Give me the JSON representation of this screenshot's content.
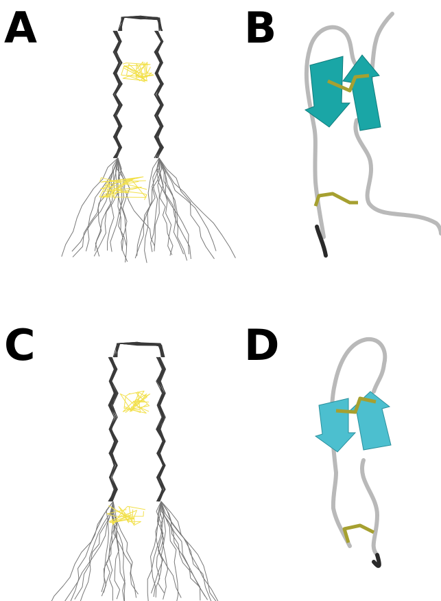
{
  "panels": [
    {
      "label": "A",
      "type": "wire-ensemble"
    },
    {
      "label": "B",
      "type": "ribbon-cartoon"
    },
    {
      "label": "C",
      "type": "wire-ensemble"
    },
    {
      "label": "D",
      "type": "ribbon-cartoon"
    }
  ],
  "colors": {
    "background": "#ffffff",
    "backbone_ensemble": "#3a3a3a",
    "backbone_tail": "#777777",
    "disulfide_wire": "#f2e04a",
    "ribbon_tube": "#b9b9b9",
    "beta_strand_B": "#1aa6a6",
    "beta_strand_D": "#4cbfcf",
    "disulfide_stick": "#a6a030"
  }
}
